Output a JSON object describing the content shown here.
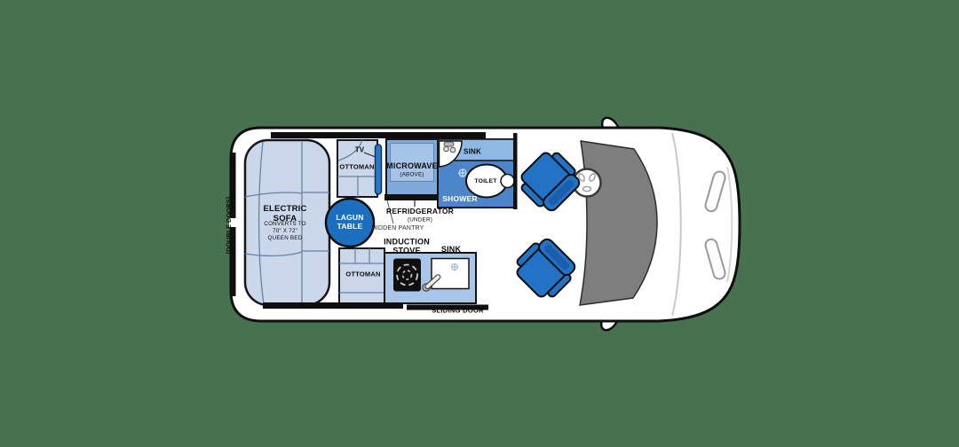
{
  "colors": {
    "background": "#48714F",
    "van_body": "#FFFFFF",
    "outline": "#0E0E0E",
    "upholstery_light_blue": "#CBD8EC",
    "cabinet_blue": "#7FA9DB",
    "cabinet_inner_blue": "#A6C4E8",
    "bath_counter_blue": "#8FB9E4",
    "shower_blue": "#4C86C9",
    "galley_counter_blue": "#A9C6E8",
    "accent_blue": "#1B6FBE",
    "seat_blue": "#2273C5",
    "windshield_gray": "#7E7E7E"
  },
  "van": {
    "rear_door_label": "(DOUBLE DOORS)",
    "side_door_label": "SLIDING DOOR"
  },
  "living_area": {
    "sofa": {
      "title": "ELECTRIC\nSOFA",
      "subtitle": "CONVERTS TO\n70\" X 72\"\nQUEEN BED"
    },
    "table": {
      "label": "LAGUN\nTABLE"
    },
    "tv": {
      "label": "TV"
    },
    "ottoman_top": {
      "label": "OTTOMAN"
    },
    "ottoman_bottom": {
      "label": "OTTOMAN"
    },
    "pantry": {
      "label": "HIDDEN PANTRY"
    }
  },
  "kitchen": {
    "microwave": {
      "label": "MICROWAVE",
      "sublabel": "(ABOVE)"
    },
    "refrigerator": {
      "label": "REFRIDGERATOR",
      "sublabel": "(UNDER)"
    },
    "stove": {
      "label": "INDUCTION\nSTOVE"
    },
    "sink": {
      "label": "SINK"
    }
  },
  "bathroom": {
    "sink": {
      "label": "SINK"
    },
    "toilet": {
      "label": "TOILET"
    },
    "shower": {
      "label": "SHOWER"
    }
  }
}
